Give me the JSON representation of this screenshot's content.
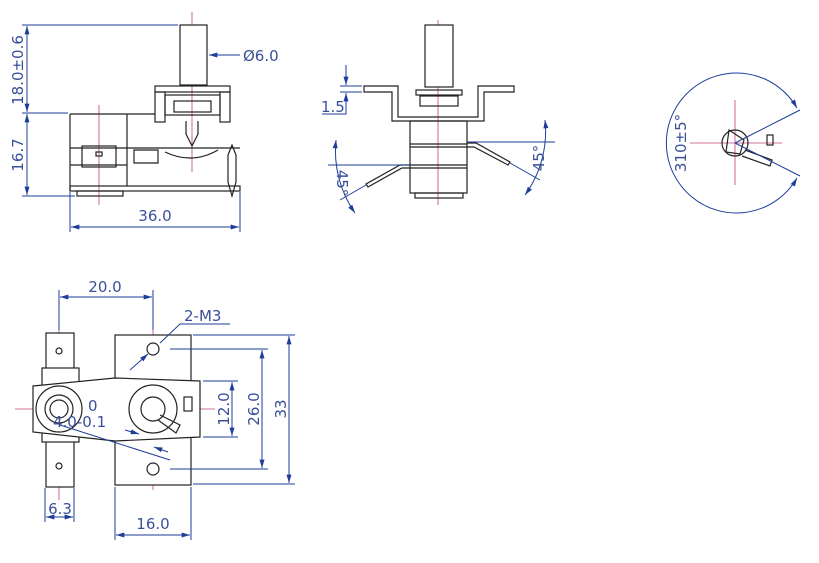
{
  "drawing": {
    "front_view": {
      "shaft_diameter": "Ø6.0",
      "shaft_height": "18.0±0.6",
      "body_height": "16.7",
      "body_width": "36.0"
    },
    "side_view": {
      "flange_thickness": "1.5",
      "left_lead_angle": "45°",
      "right_lead_angle": "45°"
    },
    "rotation_view": {
      "rotation_angle": "310±5°"
    },
    "bottom_view": {
      "center_distance": "20.0",
      "mount_holes": "2-M3",
      "hole_tol_upper": "0",
      "hole_diameter": "4.0-0.1",
      "inner_height": "12.0",
      "hole_spacing": "26.0",
      "overall_height": "33",
      "terminal_width": "6.3",
      "block_width": "16.0"
    }
  },
  "colors": {
    "dimension": "#1e3d99",
    "centerline": "#c0407a",
    "outline": "#222222"
  }
}
